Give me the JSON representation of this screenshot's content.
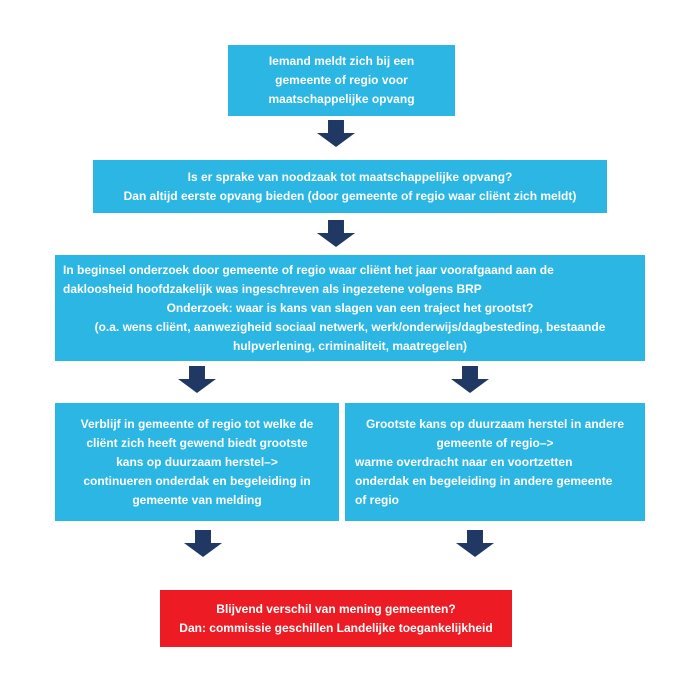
{
  "diagram": {
    "type": "flowchart",
    "language": "nl",
    "colors": {
      "node_fill": "#2BB6E4",
      "arrow_fill": "#1F3864",
      "alert_fill": "#ED1C24",
      "text": "#FFFFFF",
      "background": "#FFFFFF"
    },
    "nodes": {
      "melding": {
        "text": "Iemand meldt zich bij een\ngemeente of regio voor\nmaatschappelijke opvang"
      },
      "noodzaak": {
        "text": "Is er sprake van noodzaak tot maatschappelijke opvang?\nDan altijd eerste opvang bieden (door gemeente of regio waar cliënt zich meldt)"
      },
      "onderzoek": {
        "paragraph1": "In beginsel onderzoek door gemeente of regio waar cliënt het jaar voorafgaand aan  de\ndakloosheid hoofdzakelijk was ingeschreven als ingezetene volgens BRP",
        "paragraph2": "Onderzoek: waar is kans van slagen van een traject het grootst?",
        "paragraph3": "(o.a. wens cliënt, aanwezigheid sociaal netwerk, werk/onderwijs/dagbesteding, bestaande\nhulpverlening, criminaliteit, maatregelen)"
      },
      "verblijf": {
        "text": "Verblijf in gemeente of regio tot welke de\ncliënt zich heeft gewend biedt grootste\nkans op duurzaam herstel–>\ncontinueren onderdak en begeleiding in\ngemeente van melding"
      },
      "overdracht": {
        "paragraph1": "Grootste kans op duurzaam herstel in andere\ngemeente of regio–>",
        "paragraph2": "warme overdracht naar en voortzetten\nonderdak en begeleiding in andere gemeente\nof regio"
      },
      "geschil": {
        "text": "Blijvend verschil van mening gemeenten?\nDan: commissie geschillen Landelijke toegankelijkheid"
      }
    }
  }
}
